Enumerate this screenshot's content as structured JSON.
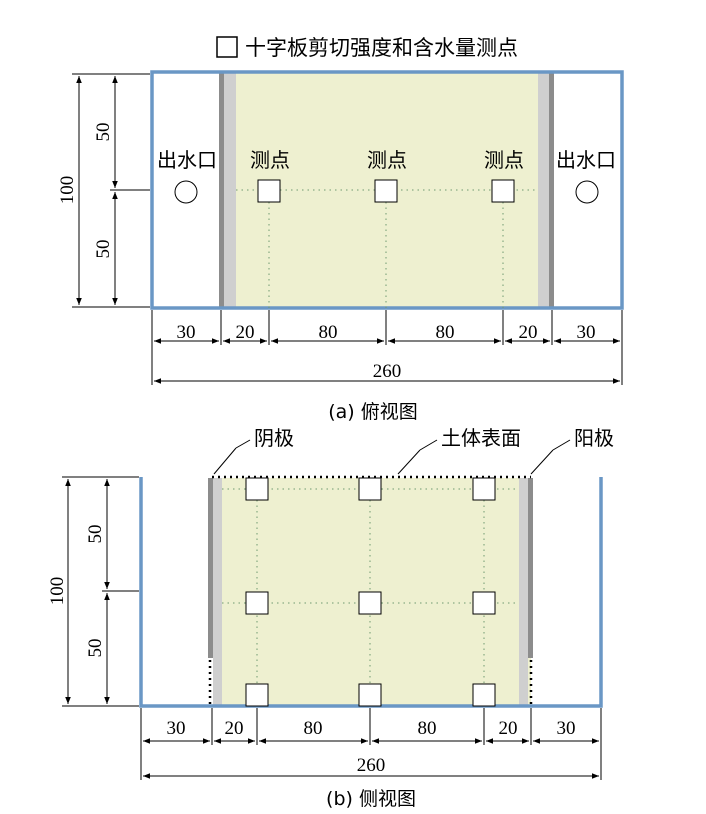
{
  "legend": {
    "label": "十字板剪切强度和含水量测点"
  },
  "top_view": {
    "caption": "(a) 俯视图",
    "outlet_left": "出水口",
    "outlet_right": "出水口",
    "points": [
      "测点",
      "测点",
      "测点"
    ],
    "dim_height_total": "100",
    "dim_height_upper": "50",
    "dim_height_lower": "50",
    "dim_widths": [
      "30",
      "20",
      "80",
      "80",
      "20",
      "30"
    ],
    "dim_total": "260"
  },
  "side_view": {
    "caption": "(b) 侧视图",
    "cathode": "阴极",
    "soil_surface": "土体表面",
    "anode": "阳极",
    "dim_height_total": "100",
    "dim_height_upper": "50",
    "dim_height_lower": "50",
    "dim_widths": [
      "30",
      "20",
      "80",
      "80",
      "20",
      "30"
    ],
    "dim_total": "260"
  },
  "colors": {
    "tank": "#6a97c5",
    "soil": "#eef0d0",
    "electrode_dark": "#8c8c8c",
    "electrode_light": "#cfcfcf"
  }
}
